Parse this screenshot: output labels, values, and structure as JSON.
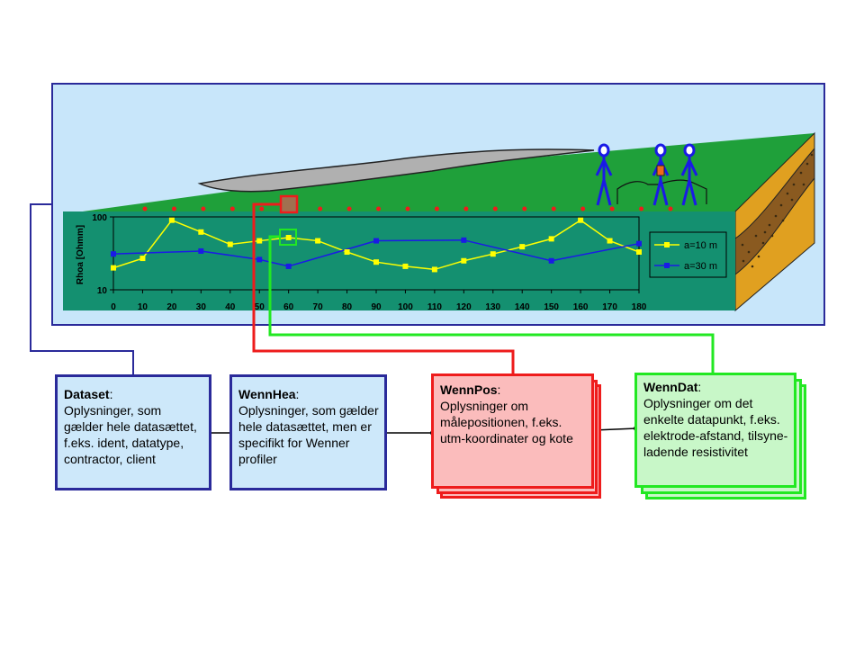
{
  "chart_data": {
    "type": "line",
    "ylabel": "Rhoa [Ohmm]",
    "y_scale": "log",
    "ylim": [
      10,
      100
    ],
    "y_ticks": [
      "100",
      "10"
    ],
    "x_ticks": [
      "0",
      "10",
      "20",
      "30",
      "40",
      "50",
      "60",
      "70",
      "80",
      "90",
      "100",
      "110",
      "120",
      "130",
      "140",
      "150",
      "160",
      "170",
      "180"
    ],
    "xlim": [
      0,
      180
    ],
    "legend_position": "right",
    "series": [
      {
        "name": "a=10 m",
        "color": "#ffff00",
        "x": [
          0,
          10,
          20,
          30,
          40,
          50,
          60,
          70,
          80,
          90,
          100,
          110,
          120,
          130,
          140,
          150,
          160,
          170,
          180
        ],
        "y": [
          20,
          27,
          90,
          62,
          42,
          47,
          52,
          47,
          33,
          24,
          21,
          19,
          25,
          31,
          39,
          50,
          90,
          47,
          33
        ]
      },
      {
        "name": "a=30 m",
        "color": "#1a1ae6",
        "x": [
          0,
          30,
          50,
          60,
          90,
          120,
          150,
          180
        ],
        "y": [
          31,
          34,
          26,
          21,
          47,
          48,
          25,
          43
        ]
      }
    ]
  },
  "boxes": {
    "dataset": {
      "title": "Dataset",
      "colon": ":",
      "body": "Oplysninger, som gælder hele datasættet, f.eks. ident, datatype, contractor, client"
    },
    "wennhea": {
      "title": "WennHea",
      "colon": ":",
      "body": "Oplysninger, som gælder hele datasættet, men er specifikt for Wenner profiler"
    },
    "wennpos": {
      "title": "WennPos",
      "colon": ":",
      "body": "Oplysninger om målepositionen, f.eks. utm-koordinater og kote"
    },
    "wenndat": {
      "title": "WennDat",
      "colon": ":",
      "body": "Oplysninger om det enkelte datapunkt, f.eks. elektrode-afstand,  tilsyne-ladende resistivitet"
    }
  },
  "colors": {
    "sky": "#c8e6fa",
    "grass": "#1fa03a",
    "chart_bg": "#149070",
    "frame_blue": "#2a2a9a",
    "red": "#ee1c1c",
    "green": "#22e822",
    "soil": "#e0a020"
  }
}
